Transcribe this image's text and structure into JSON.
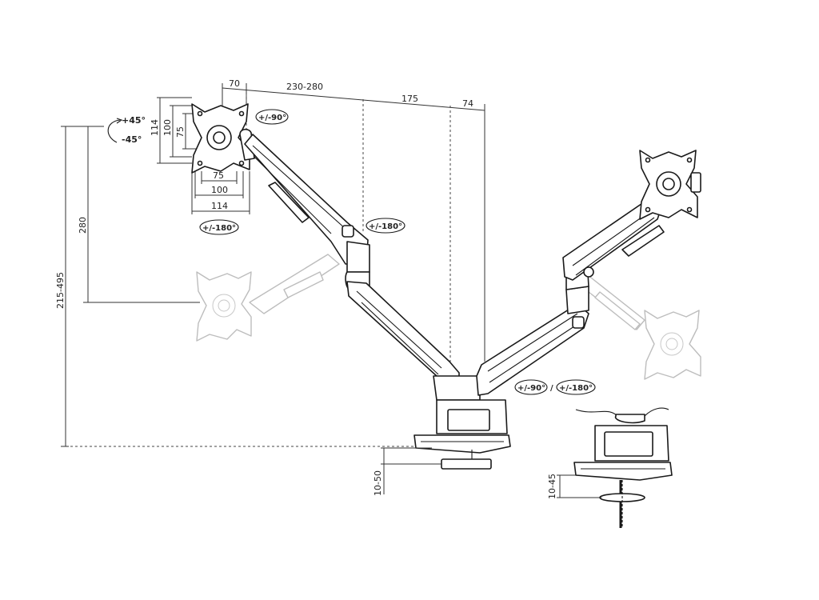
{
  "dimensions": {
    "width_70": "70",
    "width_230_280": "230-280",
    "width_175": "175",
    "width_74": "74",
    "vesa_75_h": "75",
    "vesa_100_h": "100",
    "vesa_114_h": "114",
    "vesa_75_v": "75",
    "vesa_100_v": "100",
    "vesa_114_v": "114",
    "height_280": "280",
    "height_215_495": "215-495",
    "clamp_10_50": "10-50",
    "grommet_10_45": "10-45"
  },
  "rotations": {
    "tilt_up": "+45°",
    "tilt_down": "-45°",
    "rot_90_top": "+/-90°",
    "rot_180_left": "+/-180°",
    "rot_180_mid": "+/-180°",
    "rot_90_bottom": "+/-90°",
    "rot_180_bottom": "+/-180°"
  }
}
